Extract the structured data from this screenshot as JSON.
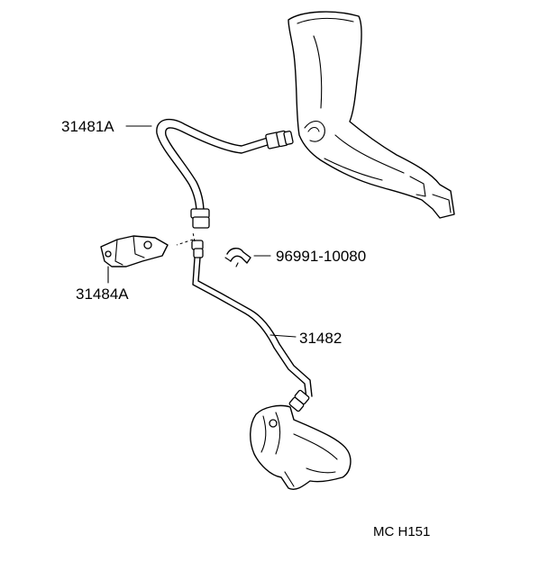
{
  "parts": {
    "hose_upper": "31481A",
    "bracket": "31484A",
    "clip": "96991-10080",
    "tube_lower": "31482"
  },
  "diagram_code": "MC H151"
}
